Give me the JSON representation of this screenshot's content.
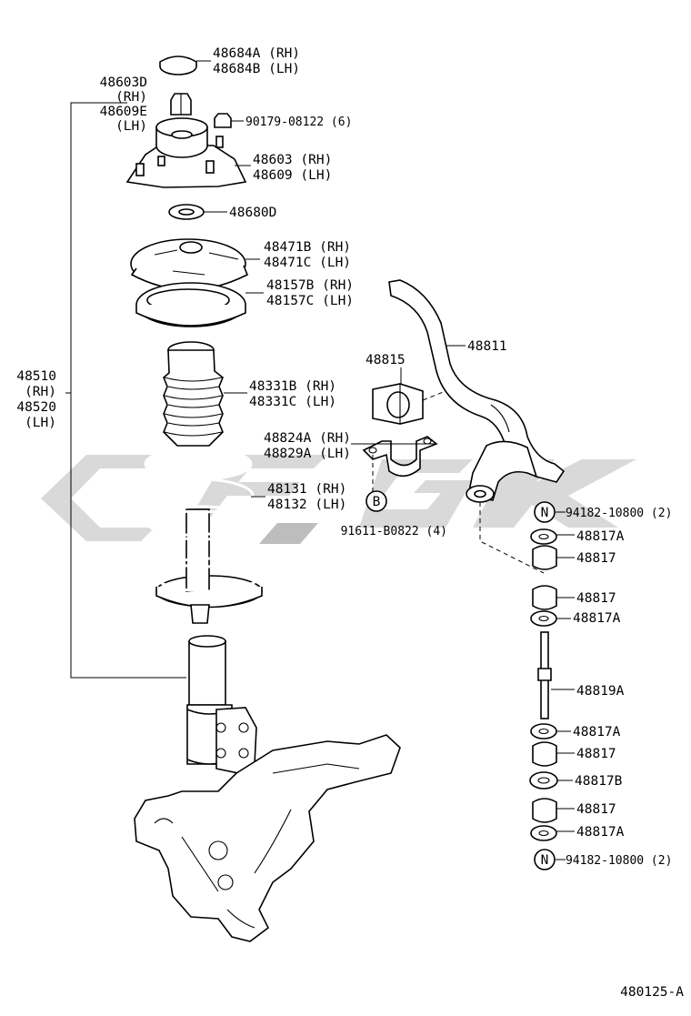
{
  "labels": {
    "l48684": [
      "48684A (RH)",
      "48684B (LH)"
    ],
    "l48603D": [
      "48603D",
      "(RH)",
      "48609E",
      "(LH)"
    ],
    "l90179": [
      "90179-08122 (6)"
    ],
    "l48603": [
      "48603 (RH)",
      "48609 (LH)"
    ],
    "l48680D": [
      "48680D"
    ],
    "l48471": [
      "48471B (RH)",
      "48471C (LH)"
    ],
    "l48157": [
      "48157B (RH)",
      "48157C (LH)"
    ],
    "l48510": [
      "48510",
      "(RH)",
      "48520",
      "(LH)"
    ],
    "l48331": [
      "48331B (RH)",
      "48331C (LH)"
    ],
    "l48824": [
      "48824A (RH)",
      "48829A (LH)"
    ],
    "l48131": [
      "48131 (RH)",
      "48132 (LH)"
    ],
    "l91611": [
      "91611-B0822 (4)"
    ],
    "l48815": [
      "48815"
    ],
    "l48811": [
      "48811"
    ],
    "l94182a": [
      "94182-10800 (2)"
    ],
    "l48817A_1": [
      "48817A"
    ],
    "l48817_1": [
      "48817"
    ],
    "l48817_2": [
      "48817"
    ],
    "l48817A_2": [
      "48817A"
    ],
    "l48819A": [
      "48819A"
    ],
    "l48817A_3": [
      "48817A"
    ],
    "l48817_3": [
      "48817"
    ],
    "l48817B": [
      "48817B"
    ],
    "l48817_4": [
      "48817"
    ],
    "l48817A_4": [
      "48817A"
    ],
    "l94182b": [
      "94182-10800 (2)"
    ],
    "diagram_id": [
      "480125-A"
    ]
  },
  "markers": {
    "n_top": "N",
    "n_bottom": "N",
    "b_bolt": "B"
  }
}
